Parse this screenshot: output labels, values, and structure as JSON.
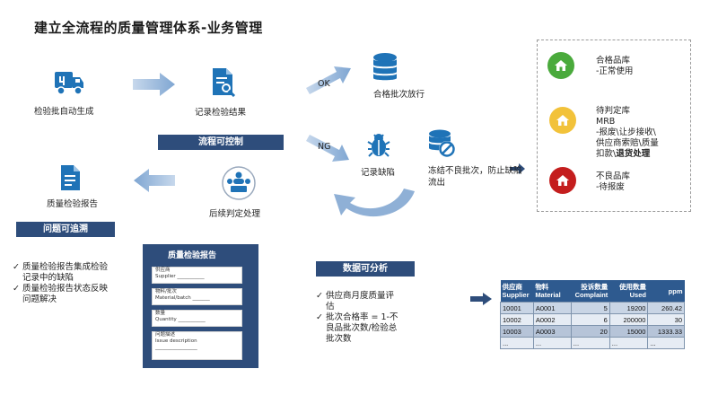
{
  "title": "建立全流程的质量管理体系-业务管理",
  "process": {
    "auto_gen": "检验批自动生成",
    "record_result": "记录检验结果",
    "control_band": "流程可控制",
    "ok": "OK",
    "ng": "NG",
    "pass_release": "合格批次放行",
    "record_defect": "记录缺陷",
    "freeze_line1": "冻结不良批次，防止缺陷",
    "freeze_line2": "流出",
    "followup": "后续判定处理",
    "report": "质量检验报告",
    "trace_band": "问题可追溯"
  },
  "legend": {
    "items": [
      {
        "lines": [
          "合格品库",
          "-正常使用"
        ],
        "color": "#4aaa3c"
      },
      {
        "lines": [
          "待判定库",
          "MRB",
          "-报废\\让步接收\\",
          "供应商索赔\\质量",
          "扣款\\"
        ],
        "bold_tail": "退货处理",
        "color": "#f2c23a"
      },
      {
        "lines": [
          "不良品库",
          "-待报废"
        ],
        "color": "#c41e1e"
      }
    ]
  },
  "trace_bullets": [
    [
      "质量检验报告集成检验",
      "记录中的缺陷"
    ],
    [
      "质量检验报告状态反映",
      "问题解决"
    ]
  ],
  "form": {
    "title": "质量检验报告",
    "fields": [
      {
        "cn": "供应商",
        "en": "Supplier ___________"
      },
      {
        "cn": "物料/批次",
        "en": "Material/batch _______"
      },
      {
        "cn": "数量",
        "en": "Quantity ___________"
      },
      {
        "cn": "问题描述",
        "en": "Issue description"
      }
    ]
  },
  "analysis_band": "数据可分析",
  "analysis_bullets": [
    [
      "供应商月度质量评",
      "估"
    ],
    [
      "批次合格率 = 1-不",
      "良品批次数/检验总",
      "批次数"
    ]
  ],
  "table": {
    "headers": [
      [
        "供应商",
        "Supplier"
      ],
      [
        "物料",
        "Material"
      ],
      [
        "投诉数量",
        "Complaint"
      ],
      [
        "使用数量",
        "Used"
      ],
      [
        "ppm",
        ""
      ]
    ],
    "rows": [
      [
        "10001",
        "A0001",
        "5",
        "19200",
        "260.42"
      ],
      [
        "10002",
        "A0002",
        "6",
        "200000",
        "30"
      ],
      [
        "10003",
        "A0003",
        "20",
        "15000",
        "1333.33"
      ],
      [
        "...",
        "...",
        "...",
        "...",
        "..."
      ]
    ]
  },
  "colors": {
    "band": "#2e4d7b",
    "icon_blue": "#1f73b7",
    "arrow": "#8fb0d6"
  }
}
